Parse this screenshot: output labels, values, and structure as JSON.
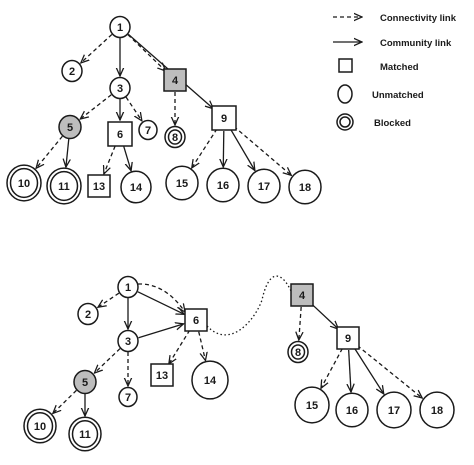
{
  "legend": {
    "connectivity_link": "Connectivity link",
    "community_link": "Community link",
    "matched": "Matched",
    "unmatched": "Unmatched",
    "blocked": "Blocked"
  },
  "colors": {
    "ink": "#1a1a1a",
    "matched_fill": "#bdbdbd",
    "background": "#ffffff"
  },
  "top_graph": {
    "nodes": [
      {
        "id": "t1",
        "label": "1",
        "kind": "circle"
      },
      {
        "id": "t2",
        "label": "2",
        "kind": "circle"
      },
      {
        "id": "t3",
        "label": "3",
        "kind": "circle"
      },
      {
        "id": "t4",
        "label": "4",
        "kind": "square_shaded"
      },
      {
        "id": "t5",
        "label": "5",
        "kind": "circle_shaded"
      },
      {
        "id": "t6",
        "label": "6",
        "kind": "square"
      },
      {
        "id": "t7",
        "label": "7",
        "kind": "circle"
      },
      {
        "id": "t8",
        "label": "8",
        "kind": "double"
      },
      {
        "id": "t9",
        "label": "9",
        "kind": "square"
      },
      {
        "id": "t10",
        "label": "10",
        "kind": "double"
      },
      {
        "id": "t11",
        "label": "11",
        "kind": "double"
      },
      {
        "id": "t13",
        "label": "13",
        "kind": "square"
      },
      {
        "id": "t14",
        "label": "14",
        "kind": "circle"
      },
      {
        "id": "t15",
        "label": "15",
        "kind": "circle"
      },
      {
        "id": "t16",
        "label": "16",
        "kind": "circle"
      },
      {
        "id": "t17",
        "label": "17",
        "kind": "circle"
      },
      {
        "id": "t18",
        "label": "18",
        "kind": "circle"
      }
    ],
    "edges": [
      {
        "from": "t1",
        "to": "t2",
        "style": "dashed"
      },
      {
        "from": "t1",
        "to": "t3",
        "style": "solid"
      },
      {
        "from": "t1",
        "to": "t4",
        "style": "dashed"
      },
      {
        "from": "t1",
        "to": "t9",
        "style": "solid"
      },
      {
        "from": "t3",
        "to": "t5",
        "style": "dashed"
      },
      {
        "from": "t3",
        "to": "t6",
        "style": "solid"
      },
      {
        "from": "t3",
        "to": "t7",
        "style": "dashed"
      },
      {
        "from": "t4",
        "to": "t8",
        "style": "dashed"
      },
      {
        "from": "t5",
        "to": "t10",
        "style": "dashed"
      },
      {
        "from": "t5",
        "to": "t11",
        "style": "solid"
      },
      {
        "from": "t6",
        "to": "t13",
        "style": "dashed"
      },
      {
        "from": "t6",
        "to": "t14",
        "style": "solid"
      },
      {
        "from": "t9",
        "to": "t15",
        "style": "dashed"
      },
      {
        "from": "t9",
        "to": "t16",
        "style": "solid"
      },
      {
        "from": "t9",
        "to": "t17",
        "style": "solid"
      },
      {
        "from": "t9",
        "to": "t18",
        "style": "dashed"
      }
    ]
  },
  "bottom_graph": {
    "nodes": [
      {
        "id": "b1",
        "label": "1",
        "kind": "circle"
      },
      {
        "id": "b2",
        "label": "2",
        "kind": "circle"
      },
      {
        "id": "b3",
        "label": "3",
        "kind": "circle"
      },
      {
        "id": "b5",
        "label": "5",
        "kind": "circle_shaded"
      },
      {
        "id": "b6",
        "label": "6",
        "kind": "square"
      },
      {
        "id": "b7",
        "label": "7",
        "kind": "circle"
      },
      {
        "id": "b10",
        "label": "10",
        "kind": "double"
      },
      {
        "id": "b11",
        "label": "11",
        "kind": "double"
      },
      {
        "id": "b13",
        "label": "13",
        "kind": "square"
      },
      {
        "id": "b14",
        "label": "14",
        "kind": "circle"
      },
      {
        "id": "b4",
        "label": "4",
        "kind": "square_shaded"
      },
      {
        "id": "b8",
        "label": "8",
        "kind": "double"
      },
      {
        "id": "b9",
        "label": "9",
        "kind": "square"
      },
      {
        "id": "b15",
        "label": "15",
        "kind": "circle"
      },
      {
        "id": "b16",
        "label": "16",
        "kind": "circle"
      },
      {
        "id": "b17",
        "label": "17",
        "kind": "circle"
      },
      {
        "id": "b18",
        "label": "18",
        "kind": "circle"
      }
    ],
    "edges": [
      {
        "from": "b1",
        "to": "b2",
        "style": "dashed"
      },
      {
        "from": "b1",
        "to": "b3",
        "style": "solid"
      },
      {
        "from": "b1",
        "to": "b6",
        "style": "solid"
      },
      {
        "from": "b1",
        "to": "b6",
        "style": "dashed",
        "bend": "upper"
      },
      {
        "from": "b3",
        "to": "b6",
        "style": "solid"
      },
      {
        "from": "b3",
        "to": "b5",
        "style": "dashed"
      },
      {
        "from": "b3",
        "to": "b7",
        "style": "dashed"
      },
      {
        "from": "b5",
        "to": "b10",
        "style": "dashed"
      },
      {
        "from": "b5",
        "to": "b11",
        "style": "solid"
      },
      {
        "from": "b6",
        "to": "b13",
        "style": "dashed"
      },
      {
        "from": "b6",
        "to": "b14",
        "style": "dashed"
      },
      {
        "from": "b6",
        "to": "b4",
        "style": "dotted"
      },
      {
        "from": "b4",
        "to": "b8",
        "style": "dashed"
      },
      {
        "from": "b4",
        "to": "b9",
        "style": "solid"
      },
      {
        "from": "b9",
        "to": "b15",
        "style": "dashed"
      },
      {
        "from": "b9",
        "to": "b16",
        "style": "solid"
      },
      {
        "from": "b9",
        "to": "b17",
        "style": "solid"
      },
      {
        "from": "b9",
        "to": "b18",
        "style": "dashed"
      }
    ]
  }
}
